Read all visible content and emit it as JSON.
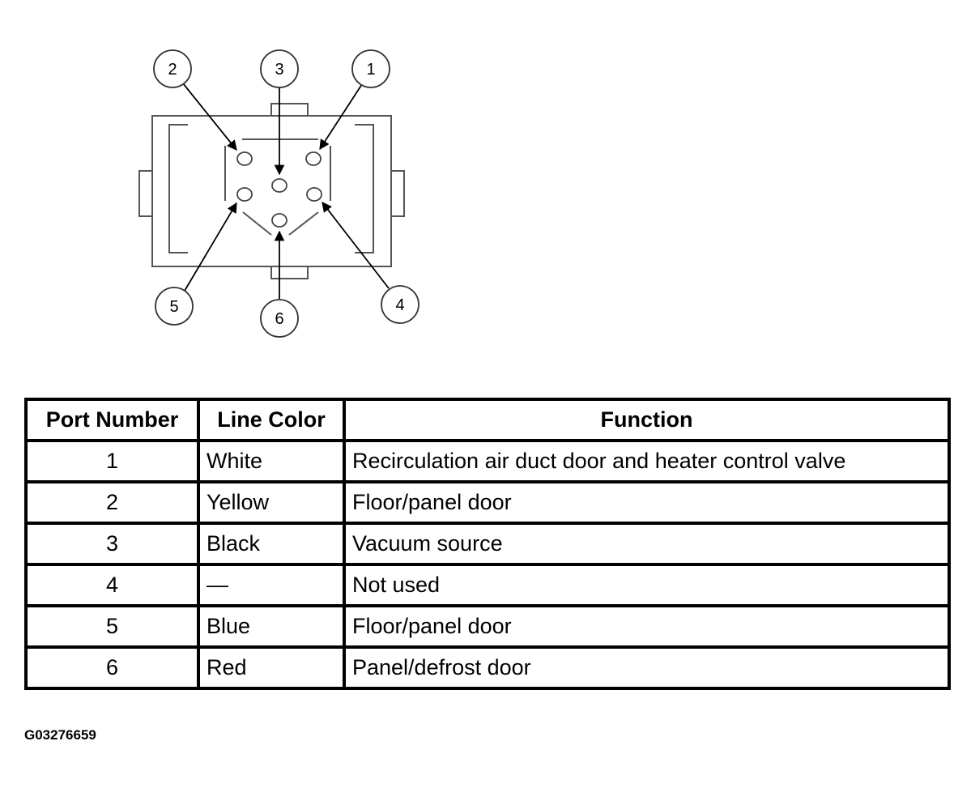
{
  "diagram": {
    "callouts": [
      "1",
      "2",
      "3",
      "4",
      "5",
      "6"
    ]
  },
  "table": {
    "headers": [
      "Port Number",
      "Line Color",
      "Function"
    ],
    "rows": [
      {
        "port": "1",
        "color": "White",
        "function": "Recirculation air duct door and heater control valve"
      },
      {
        "port": "2",
        "color": "Yellow",
        "function": "Floor/panel door"
      },
      {
        "port": "3",
        "color": "Black",
        "function": "Vacuum source"
      },
      {
        "port": "4",
        "color": "—",
        "function": "Not used"
      },
      {
        "port": "5",
        "color": "Blue",
        "function": "Floor/panel door"
      },
      {
        "port": "6",
        "color": "Red",
        "function": "Panel/defrost door"
      }
    ]
  },
  "figure_code": "G03276659"
}
